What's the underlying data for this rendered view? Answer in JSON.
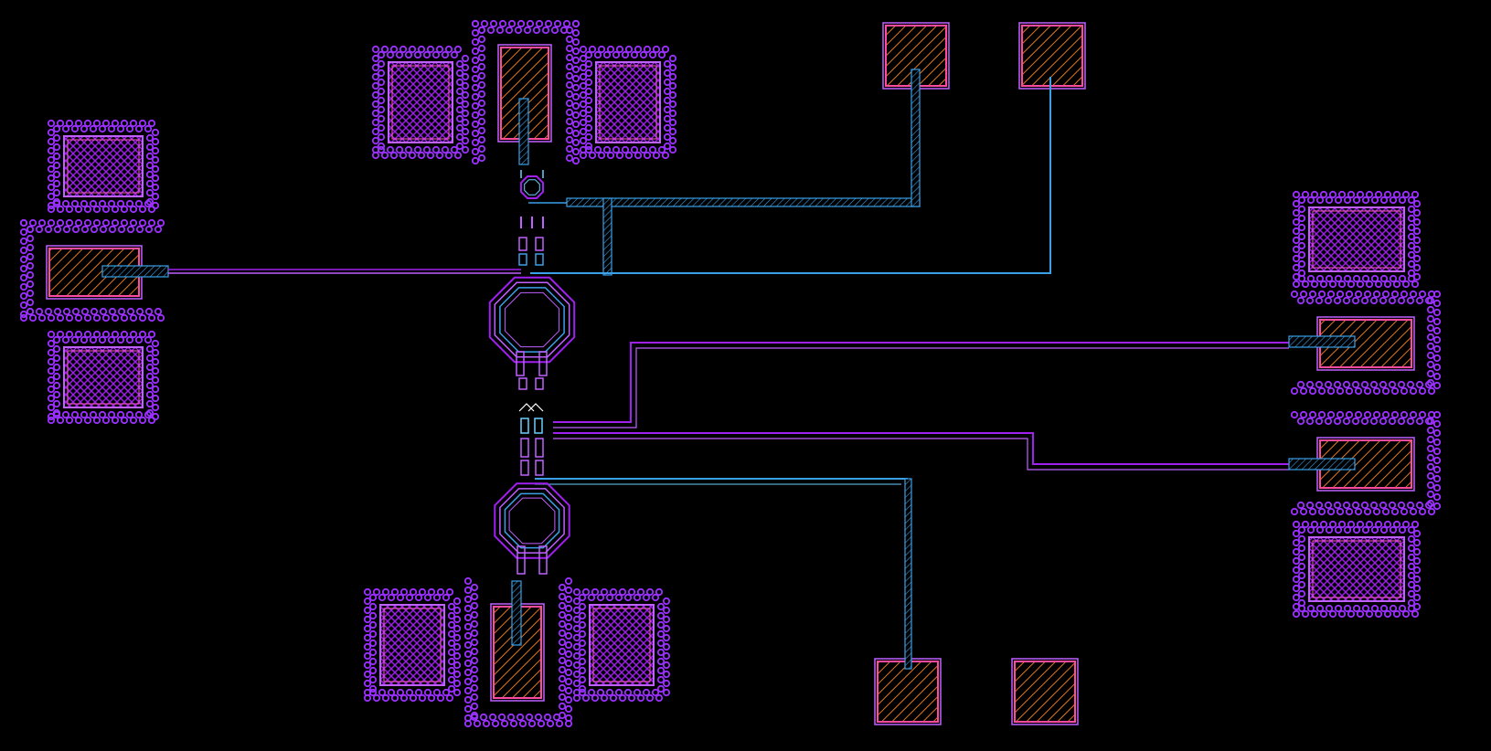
{
  "layout_view": {
    "background": "#000000",
    "colors": {
      "metal_top": "#a020f0",
      "metal_mid": "#b040ff",
      "metal_low": "#3aa0e8",
      "pad_fill": "#e07820",
      "pad_edge": "#ff4aa0",
      "via": "#9b30ff",
      "cyan": "#6ad0ff"
    },
    "pad_groups": [
      {
        "id": "top-gsg",
        "label": ""
      },
      {
        "id": "bottom-gsg",
        "label": ""
      },
      {
        "id": "left-gsg",
        "label": ""
      },
      {
        "id": "right-gsgsg",
        "label": ""
      },
      {
        "id": "top-dc",
        "label": ""
      },
      {
        "id": "bottom-dc",
        "label": ""
      }
    ],
    "inductors": [
      {
        "id": "upper-octagon-inductor"
      },
      {
        "id": "lower-octagon-inductor"
      },
      {
        "id": "small-octagon-inductor"
      }
    ]
  }
}
